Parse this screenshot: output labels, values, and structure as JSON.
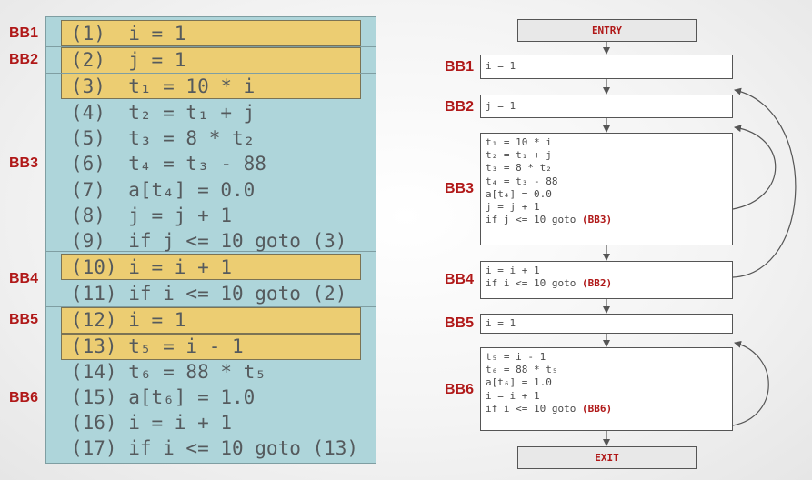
{
  "code_listing": {
    "labels": [
      "BB1",
      "BB2",
      "BB3",
      "BB4",
      "BB5",
      "BB6"
    ],
    "lines": [
      "(1)  i = 1",
      "(2)  j = 1",
      "(3)  t₁ = 10 * i",
      "(4)  t₂ = t₁ + j",
      "(5)  t₃ = 8 * t₂",
      "(6)  t₄ = t₃ - 88",
      "(7)  a[t₄] = 0.0",
      "(8)  j = j + 1",
      "(9)  if j <= 10 goto (3)",
      "(10) i = i + 1",
      "(11) if i <= 10 goto (2)",
      "(12) i = 1",
      "(13) t₅ = i - 1",
      "(14) t₆ = 88 * t₅",
      "(15) a[t₆] = 1.0",
      "(16) i = i + 1",
      "(17) if i <= 10 goto (13)"
    ]
  },
  "cfg": {
    "entry": "ENTRY",
    "exit": "EXIT",
    "blocks": [
      {
        "label": "BB1",
        "lines": [
          "i = 1"
        ]
      },
      {
        "label": "BB2",
        "lines": [
          "j = 1"
        ]
      },
      {
        "label": "BB3",
        "lines": [
          "t₁ = 10 * i",
          "t₂ = t₁ + j",
          "t₃ = 8 * t₂",
          "t₄ = t₃ - 88",
          "a[t₄] = 0.0",
          "j = j + 1",
          "if j <= 10 goto "
        ],
        "target": "(BB3)"
      },
      {
        "label": "BB4",
        "lines": [
          "i = i + 1",
          "if i <= 10 goto "
        ],
        "target": "(BB2)"
      },
      {
        "label": "BB5",
        "lines": [
          "i = 1"
        ]
      },
      {
        "label": "BB6",
        "lines": [
          "t₅ = i - 1",
          "t₆ = 88 * t₅",
          "a[t₆] = 1.0",
          "i = i + 1",
          "if i <= 10 goto "
        ],
        "target": "(BB6)"
      }
    ]
  },
  "colors": {
    "label_red": "#b01818",
    "panel_teal": "#aed5da",
    "highlight_yellow": "#eccd72"
  }
}
